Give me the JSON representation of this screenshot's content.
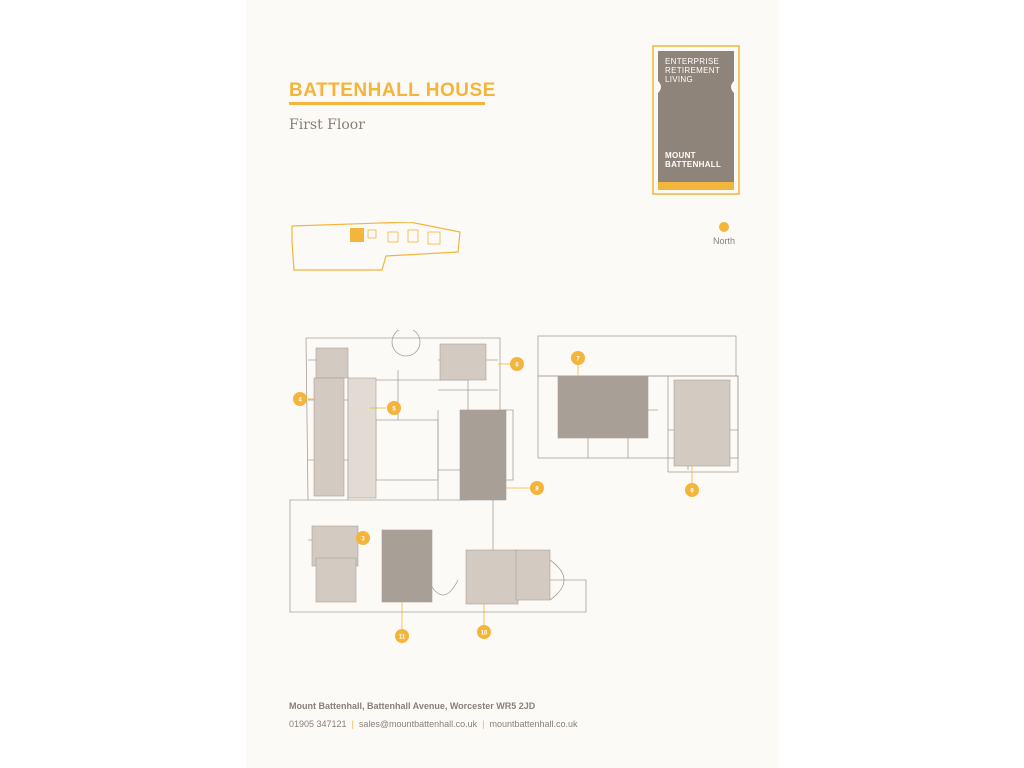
{
  "document": {
    "title": "BATTENHALL HOUSE",
    "subtitle": "First Floor"
  },
  "logo": {
    "top_lines": [
      "ENTERPRISE",
      "RETIREMENT",
      "LIVING"
    ],
    "bottom_lines": [
      "MOUNT",
      "BATTENHALL"
    ],
    "colors": {
      "panel": "#8f8479",
      "accent": "#f3b53b"
    }
  },
  "compass": {
    "label": "North"
  },
  "floorplan": {
    "units": [
      "3",
      "4",
      "5",
      "6",
      "7",
      "8",
      "9",
      "10",
      "11"
    ]
  },
  "footer": {
    "address": "Mount Battenhall, Battenhall Avenue, Worcester WR5 2JD",
    "phone": "01905 347121",
    "separator": "|",
    "email": "sales@mountbattenhall.co.uk",
    "website": "mountbattenhall.co.uk"
  },
  "colors": {
    "accent": "#f3b53b",
    "text_muted": "#8b7f74",
    "plan_fill": "#d3cac1",
    "plan_line": "#a89f97"
  }
}
